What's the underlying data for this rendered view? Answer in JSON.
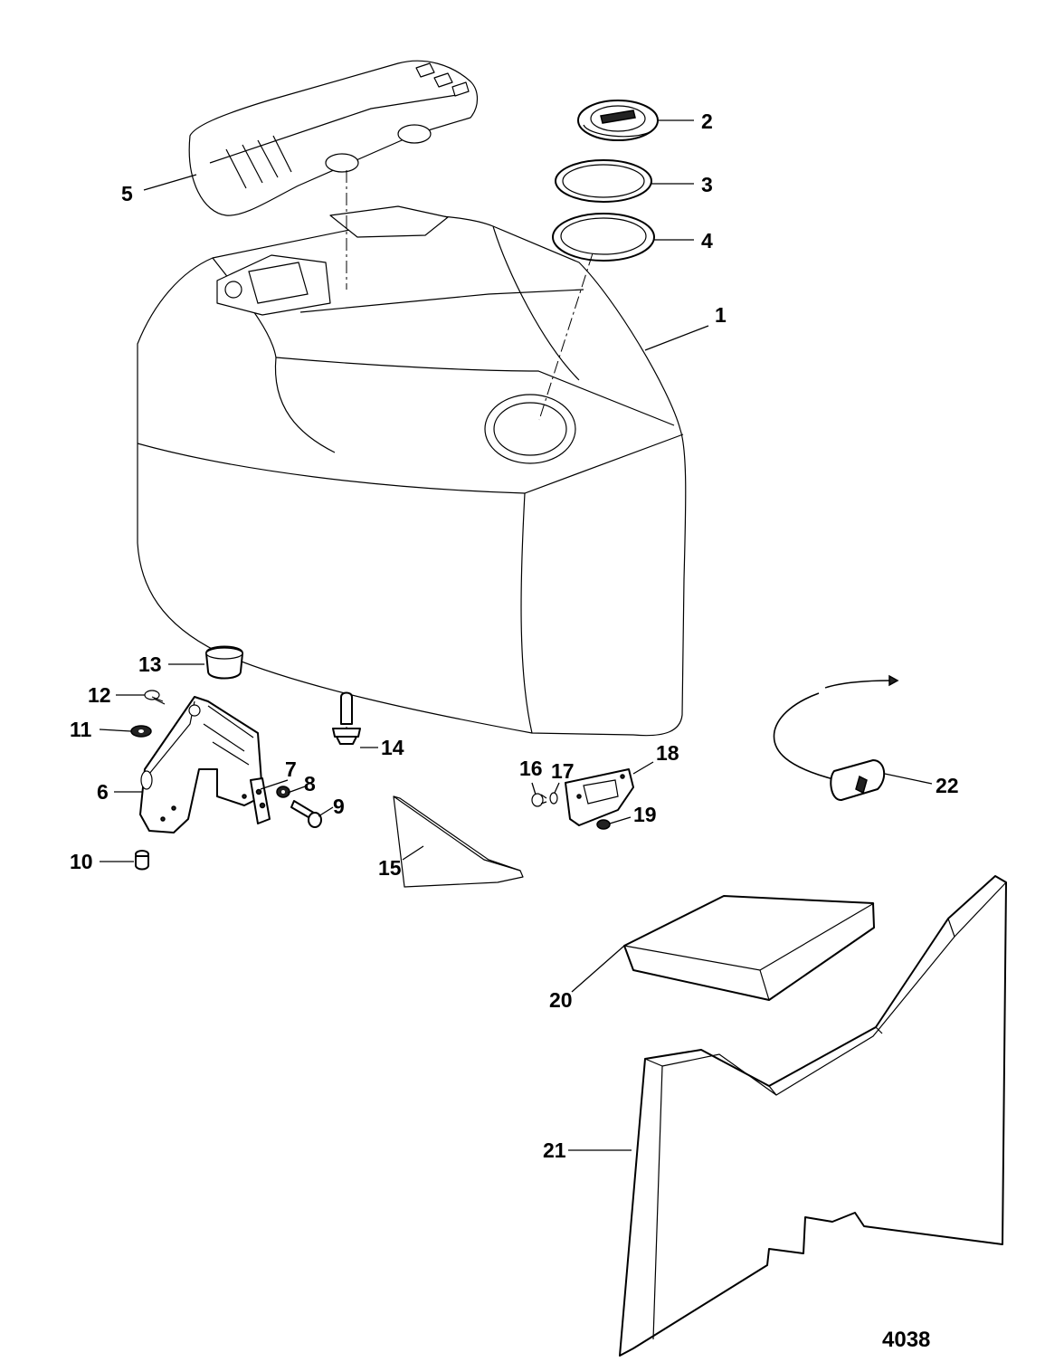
{
  "figure_number": "4038",
  "callouts": [
    {
      "id": "1",
      "label": "1"
    },
    {
      "id": "2",
      "label": "2"
    },
    {
      "id": "3",
      "label": "3"
    },
    {
      "id": "4",
      "label": "4"
    },
    {
      "id": "5",
      "label": "5"
    },
    {
      "id": "6",
      "label": "6"
    },
    {
      "id": "7",
      "label": "7"
    },
    {
      "id": "8",
      "label": "8"
    },
    {
      "id": "9",
      "label": "9"
    },
    {
      "id": "10",
      "label": "10"
    },
    {
      "id": "11",
      "label": "11"
    },
    {
      "id": "12",
      "label": "12"
    },
    {
      "id": "13",
      "label": "13"
    },
    {
      "id": "14",
      "label": "14"
    },
    {
      "id": "15",
      "label": "15"
    },
    {
      "id": "16",
      "label": "16"
    },
    {
      "id": "17",
      "label": "17"
    },
    {
      "id": "18",
      "label": "18"
    },
    {
      "id": "19",
      "label": "19"
    },
    {
      "id": "20",
      "label": "20"
    },
    {
      "id": "21",
      "label": "21"
    },
    {
      "id": "22",
      "label": "22"
    }
  ]
}
